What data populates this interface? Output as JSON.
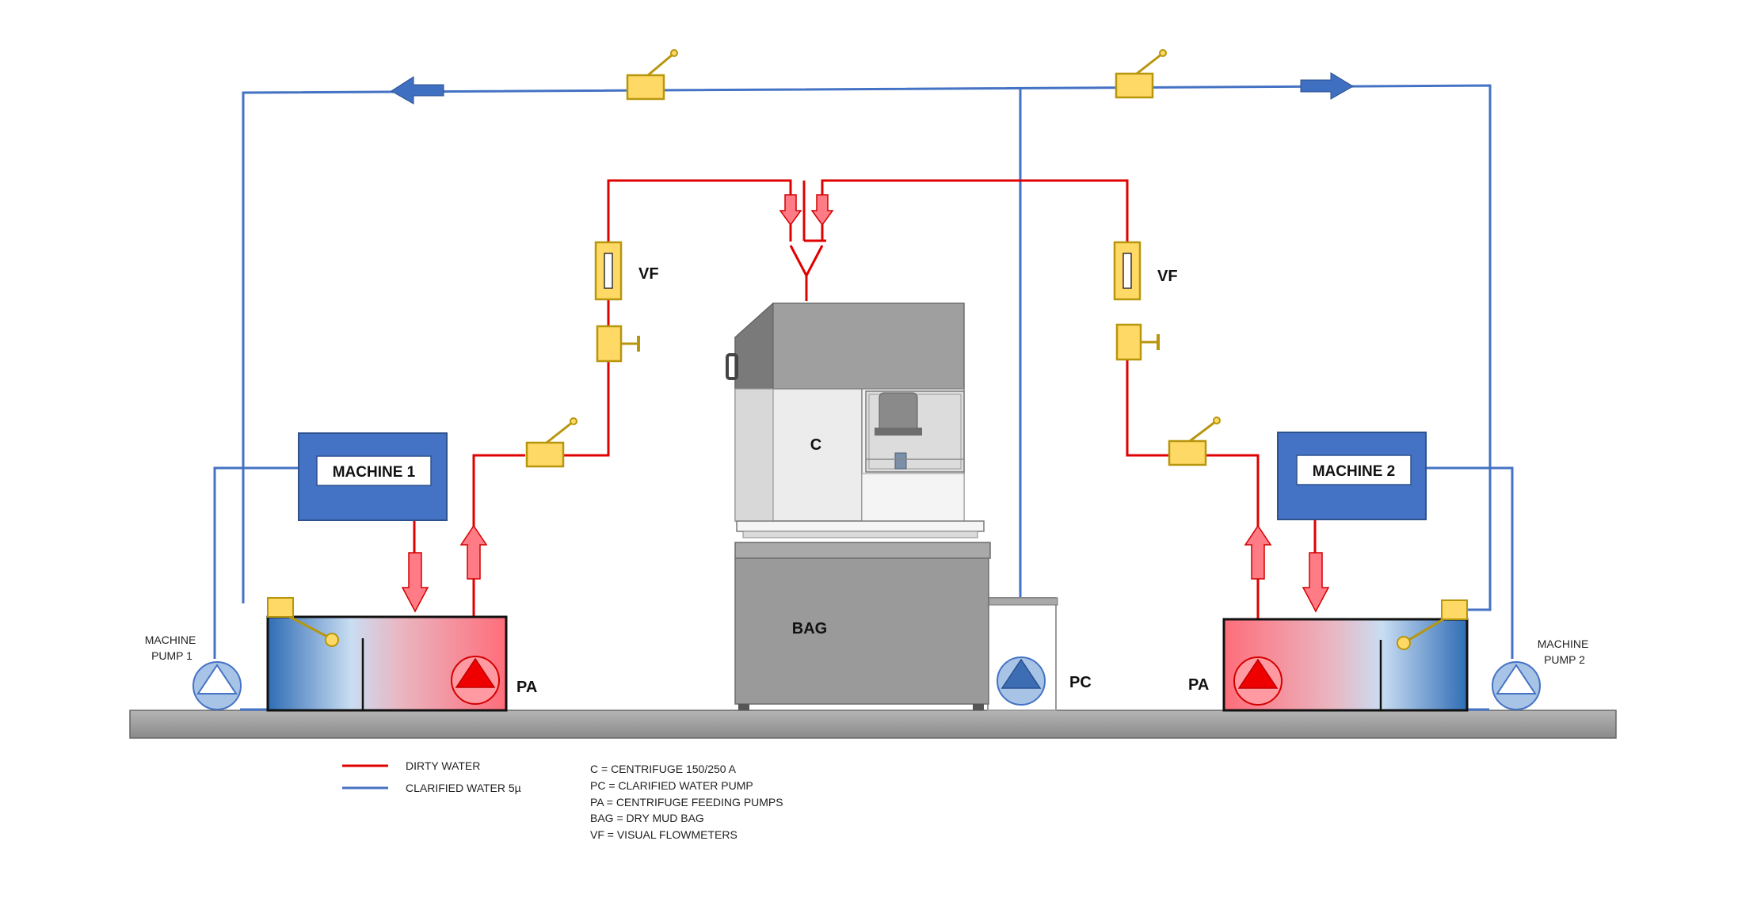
{
  "labels": {
    "machine1": "MACHINE 1",
    "machine2": "MACHINE 2",
    "machine_pump1": [
      "MACHINE",
      "PUMP 1"
    ],
    "machine_pump2": [
      "MACHINE",
      "PUMP 2"
    ],
    "vf_left": "VF",
    "vf_right": "VF",
    "pa_left": "PA",
    "pa_right": "PA",
    "pc": "PC",
    "centrifuge": "C",
    "bag": "BAG"
  },
  "legend": {
    "dirty": "DIRTY WATER",
    "clarified": "CLARIFIED WATER 5µ"
  },
  "notes": [
    "C = CENTRIFUGE 150/250 A",
    "PC = CLARIFIED WATER PUMP",
    "PA = CENTRIFUGE FEEDING PUMPS",
    "BAG = DRY MUD BAG",
    "VF = VISUAL FLOWMETERS"
  ],
  "colors": {
    "dirty_line": "#e00000",
    "clarified_line": "#4472c4",
    "machine_box": "#4472c4",
    "valve": "#ffd966",
    "valve_border": "#b8960c",
    "floor": "#9e9e9e"
  }
}
